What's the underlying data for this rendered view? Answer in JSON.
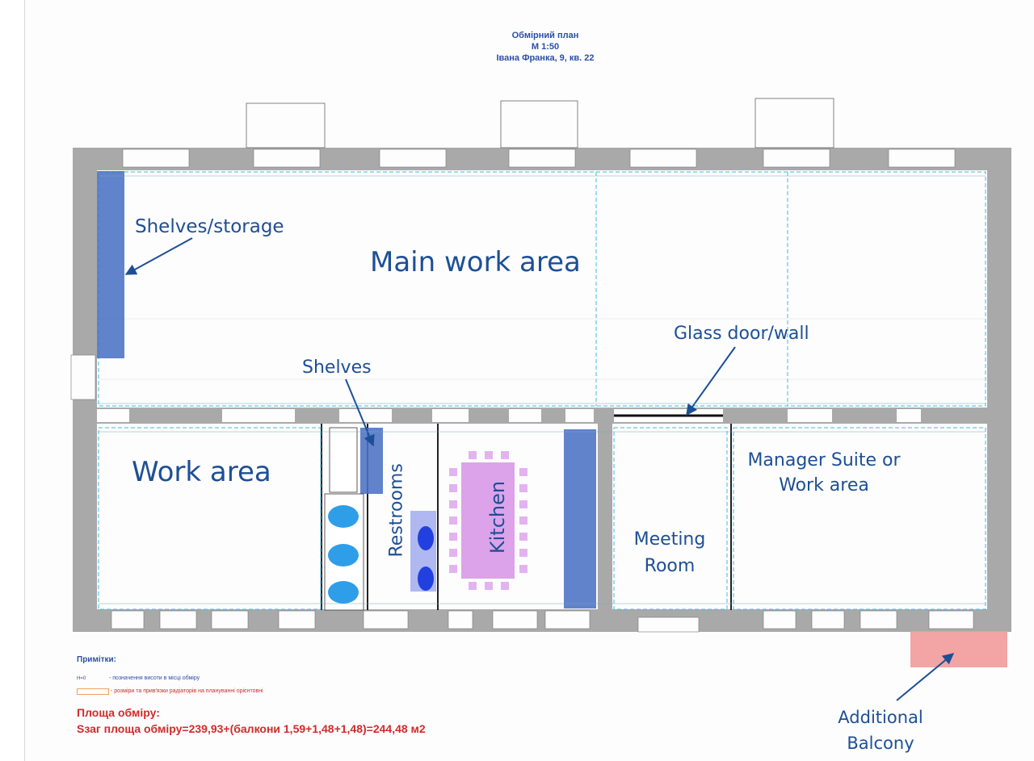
{
  "title": {
    "line1": "Обмірний план",
    "line2": "М 1:50",
    "line3": "Івана Франка, 9, кв. 22"
  },
  "labels": {
    "main_work_area": "Main work area",
    "shelves_storage": "Shelves/storage",
    "glass_door_wall": "Glass door/wall",
    "shelves": "Shelves",
    "work_area": "Work area",
    "restrooms": "Restrooms",
    "kitchen": "Kitchen",
    "meeting_room": "Meeting Room",
    "manager_suite": "Manager Suite or Work area",
    "additional_balcony": "Additional Balcony"
  },
  "notes": {
    "heading": "Примітки:",
    "legend_height": "- позначення висоти в місці обміру",
    "legend_radiator": "- розміри та прив'язки радіаторів на плануванні орієнтовні",
    "area_heading": "Площа обміру:",
    "area_text": "Sзаг площа обміру=239,93+(балкони 1,59+1,48+1,48)=244,48 м2"
  },
  "colors": {
    "title_blue": "#2a4fa6",
    "label_blue": "#1d4f96",
    "wall_gray": "#a6a6a6",
    "shelf_blue": "#4a72c4",
    "kitchen_pink": "#dca3ea",
    "balcony_red": "#f29a9a",
    "dashed_cyan": "#3fb9e6",
    "note_red": "#d22a2a"
  },
  "icons": {
    "arrow": "arrow-icon",
    "toilet": "toilet-icon",
    "sink": "sink-icon"
  }
}
